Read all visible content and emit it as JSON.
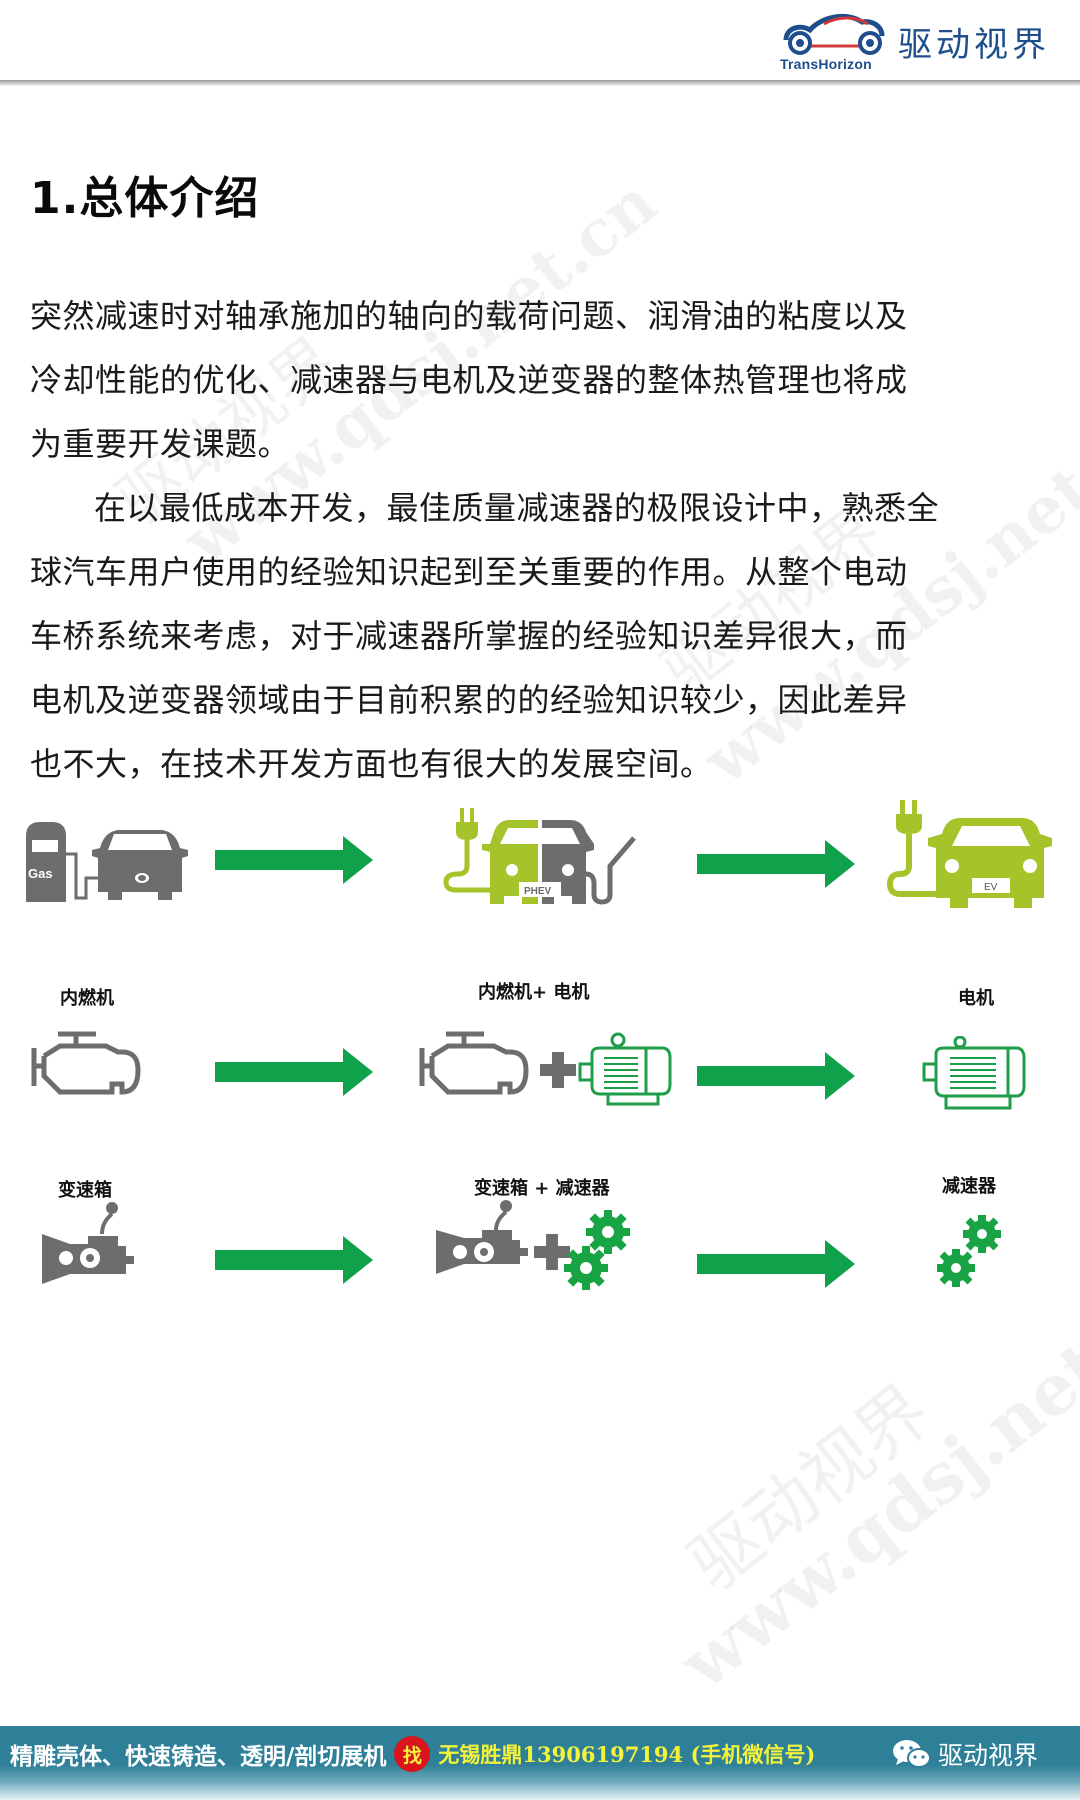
{
  "header": {
    "logo_name": "驱动视界",
    "logo_sub": "TransHorizon"
  },
  "page_title": "1.总体介绍",
  "body": {
    "paragraphs": [
      "突然减速时对轴承施加的轴向的载荷问题、润滑油的粘度以及冷却性能的优化、减速器与电机及逆变器的整体热管理也将成为重要开发课题。",
      "在以最低成本开发，最佳质量减速器的极限设计中，熟悉全球汽车用户使用的经验知识起到至关重要的作用。从整个电动车桥系统来考虑，对于减速器所掌握的经验知识差异很大，而电机及逆变器领域由于目前积累的的经验知识较少，因此差异也不大，在技术开发方面也有很大的发展空间。"
    ],
    "lines": [
      "突然减速时对轴承施加的轴向的载荷问题、润滑油的粘度以及",
      "冷却性能的优化、减速器与电机及逆变器的整体热管理也将成",
      "为重要开发课题。",
      "在以最低成本开发，最佳质量减速器的极限设计中，熟悉全",
      "球汽车用户使用的经验知识起到至关重要的作用。从整个电动",
      "车桥系统来考虑，对于减速器所掌握的经验知识差异很大，而",
      "电机及逆变器领域由于目前积累的的经验知识较少，因此差异",
      "也不大，在技术开发方面也有很大的发展空间。"
    ]
  },
  "diagram": {
    "colors": {
      "arrow": "#10a24a",
      "icon_gray": "#6d6d6d",
      "ev_green": "#a4c42a",
      "motor_green": "#1f9e4a",
      "gear_green": "#18a345"
    },
    "rows": [
      {
        "stages": [
          {
            "label": "",
            "icon": "gas-pump-car-icon",
            "badge": "Gas"
          },
          {
            "label": "",
            "icon": "phev-car-icon",
            "badge": "PHEV"
          },
          {
            "label": "",
            "icon": "ev-car-icon",
            "badge": "EV"
          }
        ]
      },
      {
        "stages": [
          {
            "label": "内燃机",
            "icon": "engine-icon"
          },
          {
            "label": "内燃机+ 电机",
            "icon": "engine-plus-motor-icon"
          },
          {
            "label": "电机",
            "icon": "electric-motor-icon"
          }
        ]
      },
      {
        "stages": [
          {
            "label": "变速箱",
            "icon": "gearbox-icon"
          },
          {
            "label": "变速箱 + 减速器",
            "icon": "gearbox-plus-reducer-icon"
          },
          {
            "label": "减速器",
            "icon": "reducer-gears-icon"
          }
        ]
      }
    ]
  },
  "watermark": {
    "cn": "驱动视界",
    "url": "www.qdsj.net.cn"
  },
  "footer": {
    "promo": "精雕壳体、快速铸造、透明/剖切展机",
    "badge": "找",
    "contact": "无锡胜鼎13906197194 (手机微信号)",
    "wechat_name": "驱动视界",
    "colors": {
      "bar": "#2e7f98",
      "promo": "#ffffff",
      "contact": "#f4f33a",
      "badge": "#d9141b"
    }
  }
}
